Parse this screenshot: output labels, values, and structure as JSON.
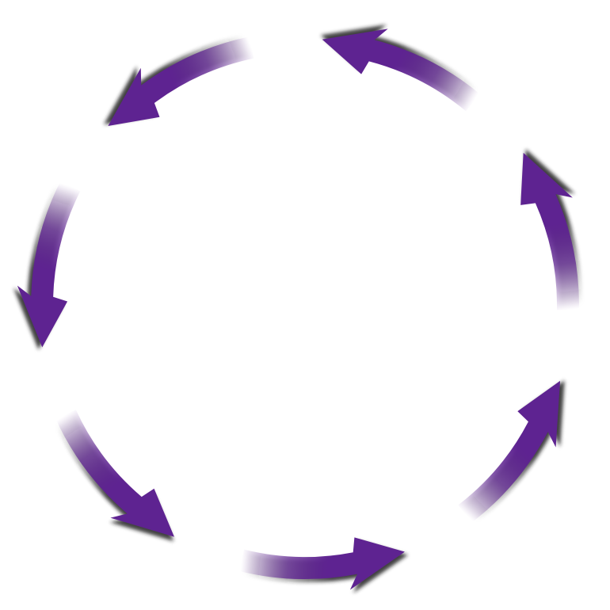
{
  "diagram": {
    "type": "cycle",
    "direction": "counterclockwise",
    "arrow_count": 7,
    "arrow_color": "#5e2391",
    "shadow_color": "#222222",
    "background": "#ffffff"
  }
}
